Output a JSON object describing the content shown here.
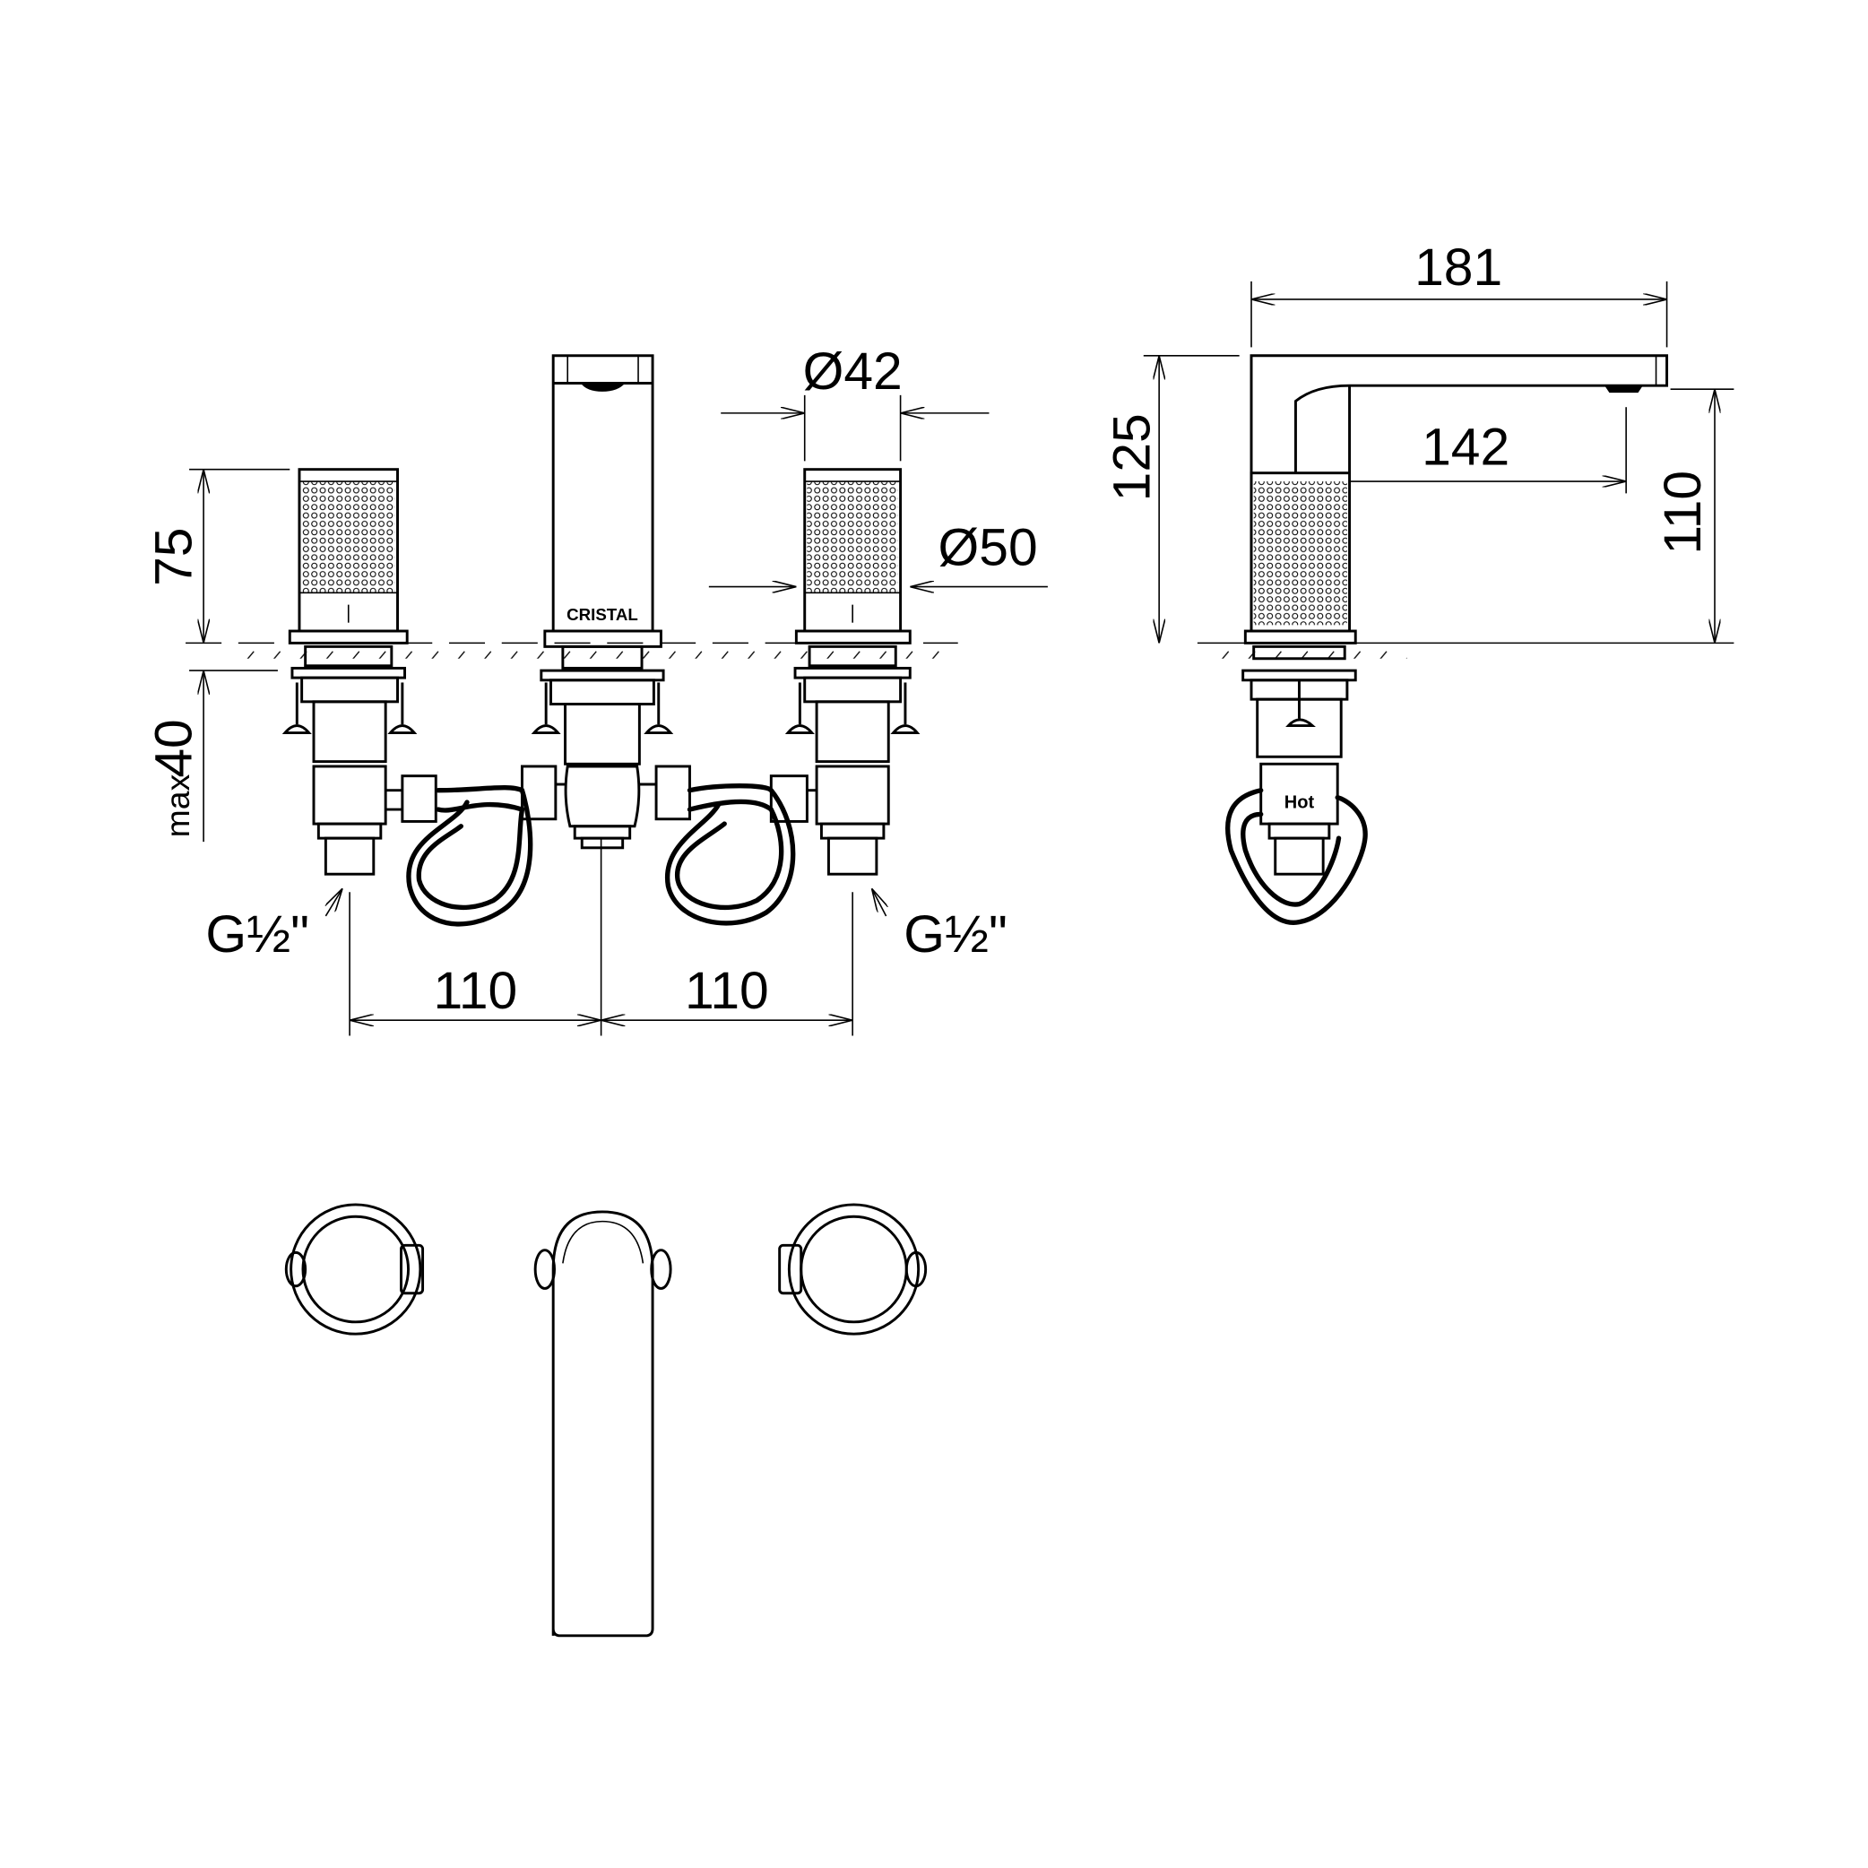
{
  "brand_logo": "CRISTAL",
  "front_view": {
    "dim_handle_height": "75",
    "dim_below_deck": "40",
    "dim_below_deck_prefix": "max",
    "dim_diameter_top": "Ø42",
    "dim_diameter_base": "Ø50",
    "connection_left": "G½\"",
    "connection_right": "G½\"",
    "dim_spacing_left": "110",
    "dim_spacing_right": "110"
  },
  "side_view": {
    "dim_spout_length": "181",
    "dim_spout_reach": "142",
    "dim_total_height": "125",
    "dim_outlet_height": "110",
    "valve_label": "Hot"
  },
  "colors": {
    "line": "#000000",
    "background": "#ffffff"
  }
}
